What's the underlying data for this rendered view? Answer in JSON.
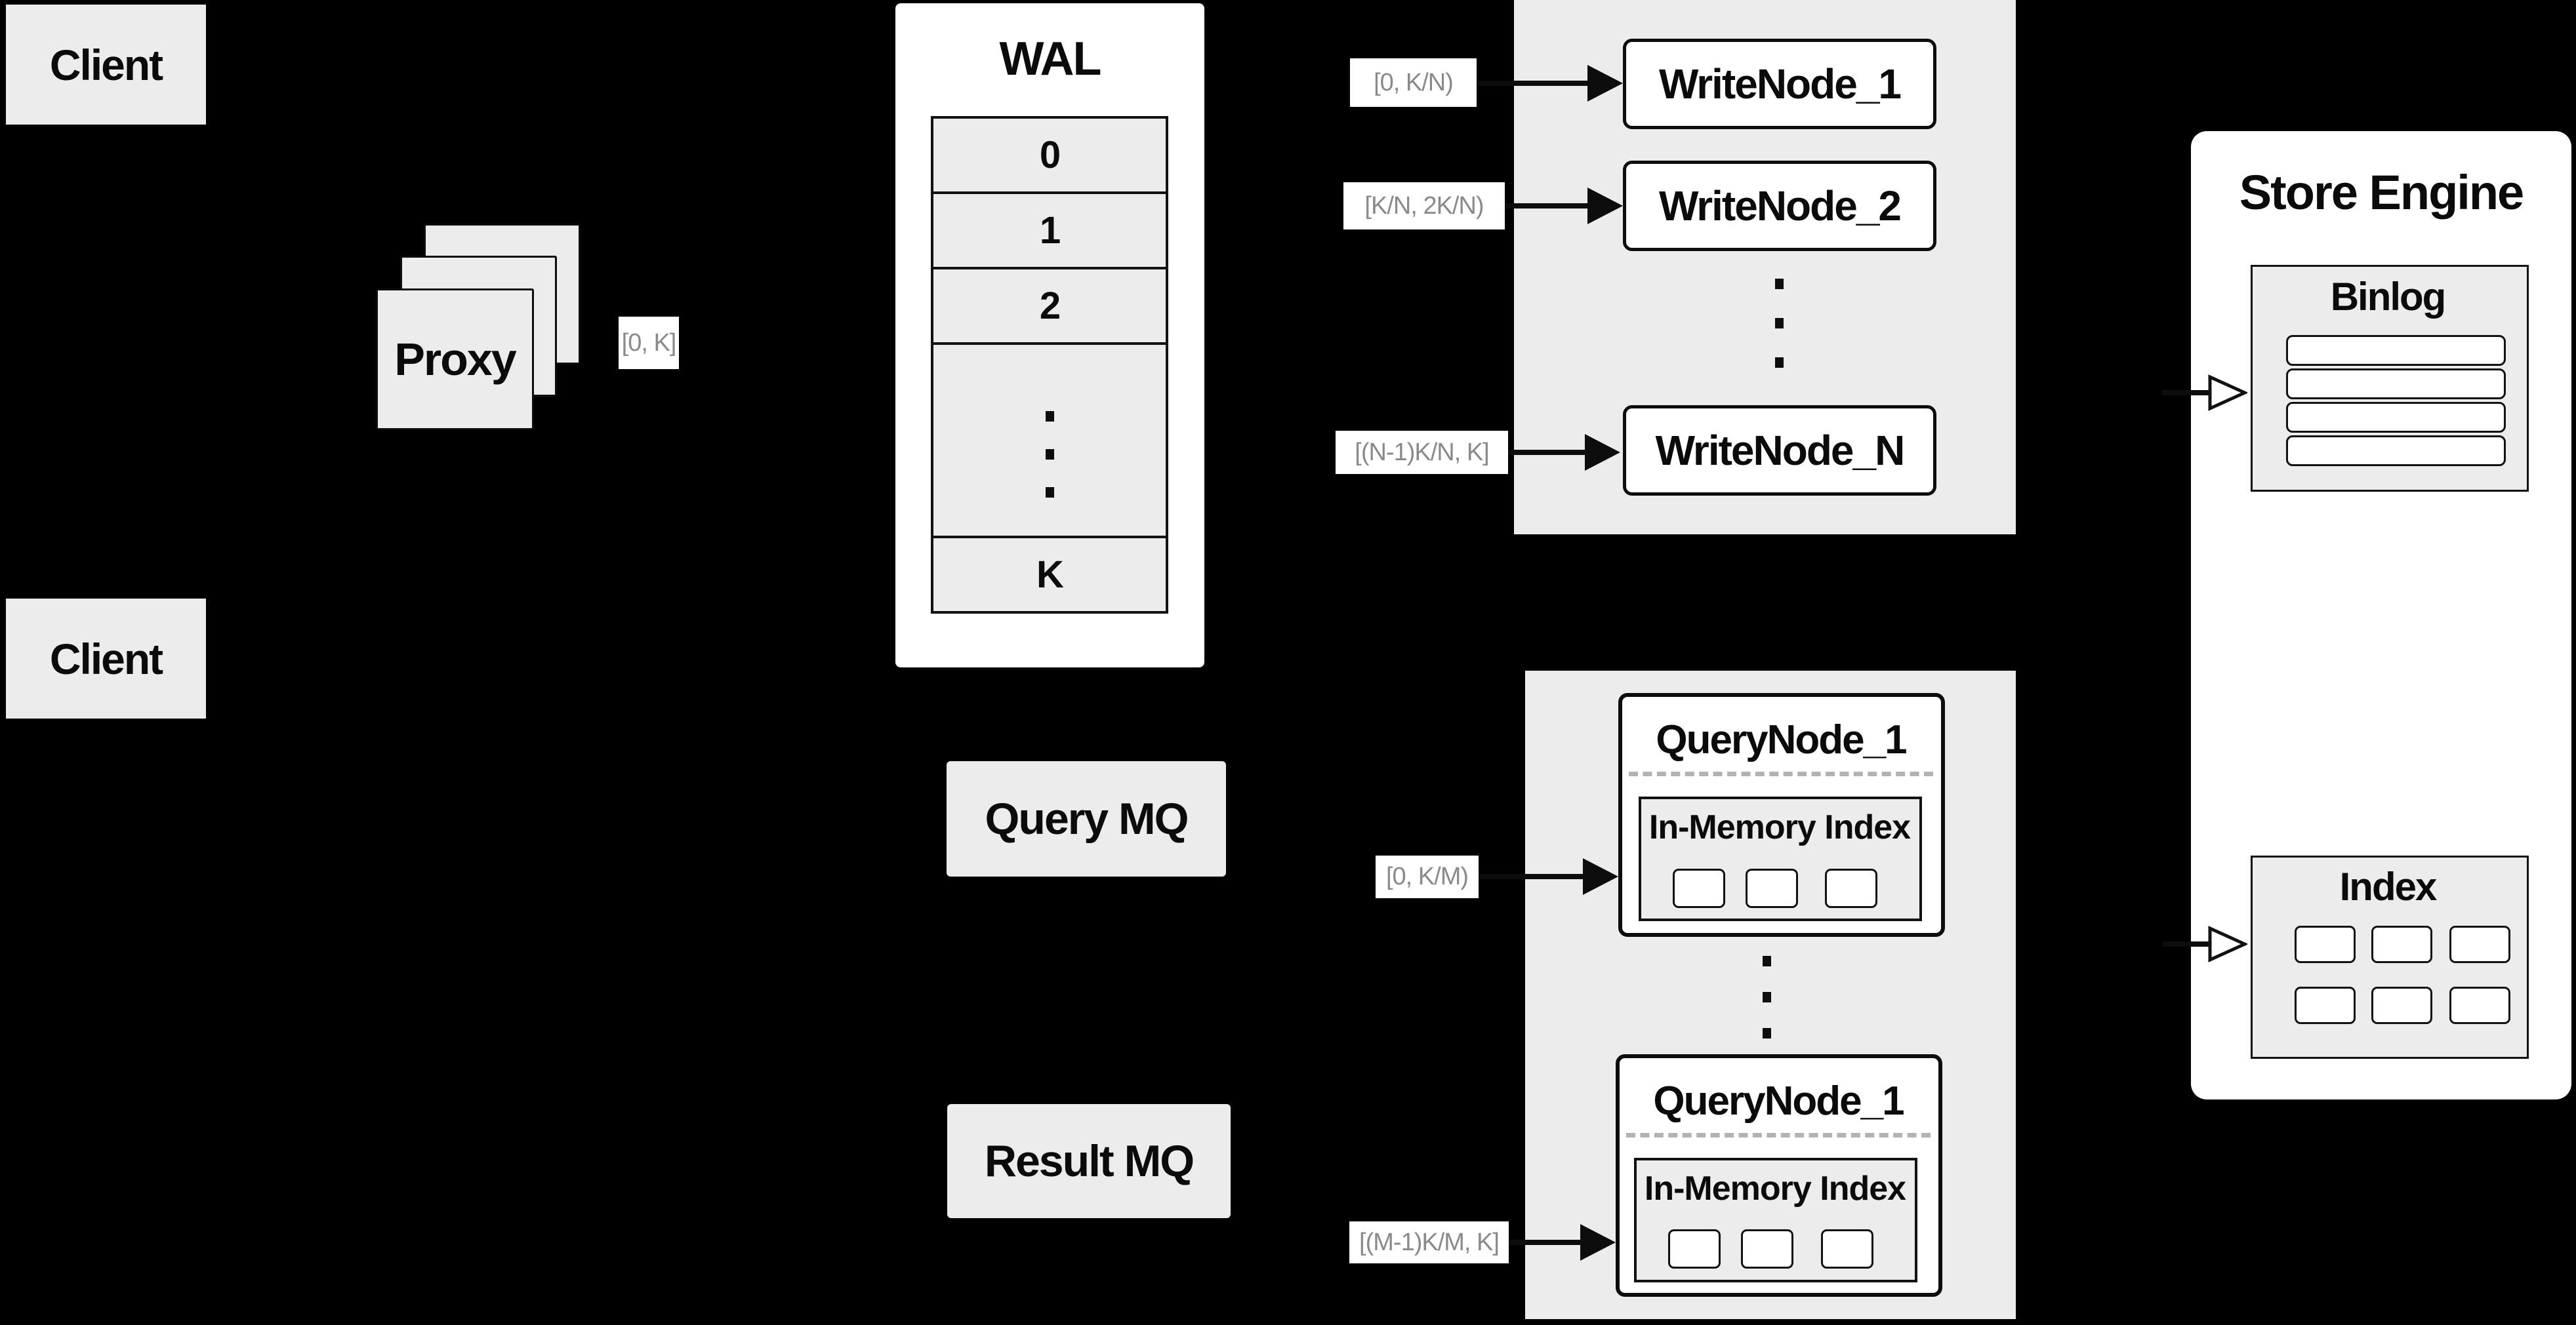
{
  "colors": {
    "background": "#000000",
    "panel_gray": "#ececec",
    "box_white": "#ffffff",
    "line_black": "#0d0d0d",
    "chip_text_gray": "#8a8a8a",
    "dashed_gray": "#b3b3b3"
  },
  "clients": {
    "top_label": "Client",
    "bottom_label": "Client"
  },
  "proxy": {
    "label": "Proxy",
    "range": "[0, K]"
  },
  "wal": {
    "title": "WAL",
    "segments": [
      "0",
      "1",
      "2"
    ],
    "last_segment": "K"
  },
  "write_cluster": {
    "nodes": [
      {
        "label": "WriteNode_1",
        "range": "[0, K/N)"
      },
      {
        "label": "WriteNode_2",
        "range": "[K/N, 2K/N)"
      },
      {
        "label": "WriteNode_N",
        "range": "[(N-1)K/N, K]"
      }
    ]
  },
  "store_engine": {
    "title": "Store Engine",
    "binlog": {
      "title": "Binlog"
    },
    "index": {
      "title": "Index"
    }
  },
  "query_mq": {
    "label": "Query MQ"
  },
  "result_mq": {
    "label": "Result MQ"
  },
  "query_cluster": {
    "nodes": [
      {
        "label": "QueryNode_1",
        "sub_label": "In-Memory Index",
        "range": "[0, K/M)"
      },
      {
        "label": "QueryNode_1",
        "sub_label": "In-Memory Index",
        "range": "[(M-1)K/M, K]"
      }
    ]
  }
}
